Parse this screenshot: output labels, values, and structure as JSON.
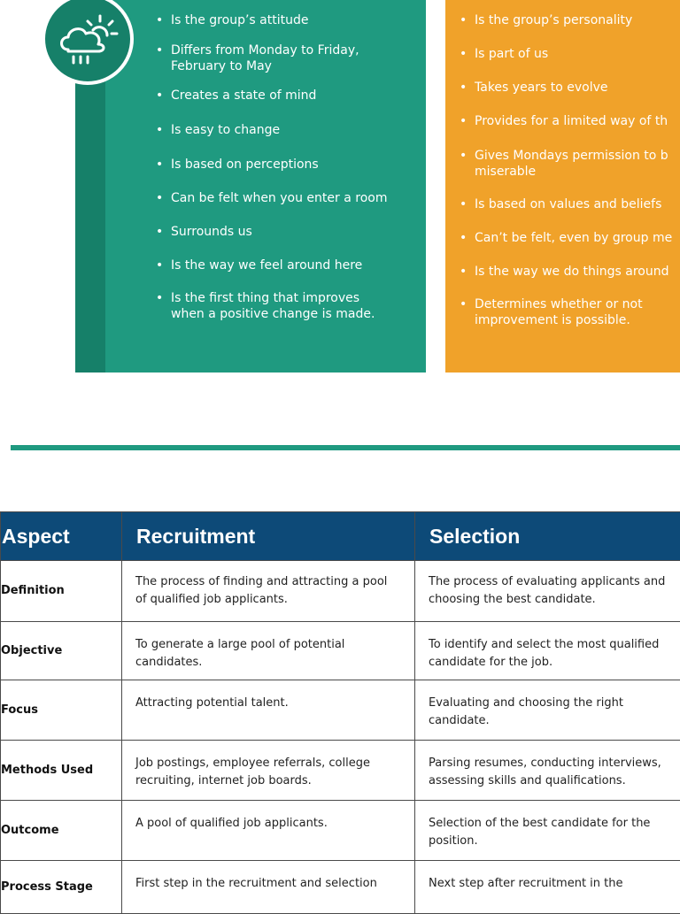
{
  "climate": {
    "icon": "weather-cloud-sun-rain-icon",
    "color": "#1f9a80",
    "items": [
      [
        "Is the group’s attitude"
      ],
      [
        "Differs from Monday to Friday,",
        "February to May"
      ],
      [
        "Creates a state of mind"
      ],
      [
        "Is easy to change"
      ],
      [
        "Is based on perceptions"
      ],
      [
        "Can be felt when you enter a room"
      ],
      [
        "Surrounds us"
      ],
      [
        "Is the way we feel around here"
      ],
      [
        "Is the first thing that improves",
        "when a positive change is made."
      ]
    ]
  },
  "culture": {
    "color": "#f0a22a",
    "items": [
      [
        "Is the group’s personality"
      ],
      [
        "Is part of us"
      ],
      [
        "Takes years to evolve"
      ],
      [
        "Provides for a limited way of th"
      ],
      [
        "Gives Mondays permission to b",
        "miserable"
      ],
      [
        "Is based on values and beliefs"
      ],
      [
        "Can’t be felt, even by group me"
      ],
      [
        "Is the way we do things around"
      ],
      [
        "Determines whether or not",
        "improvement is possible."
      ]
    ]
  },
  "table": {
    "headers": [
      "Aspect",
      "Recruitment",
      "Selection"
    ],
    "rows": [
      [
        "Definition",
        "The process of finding and attracting a pool of qualified job applicants.",
        "The process of evaluating applicants and choosing the best candidate."
      ],
      [
        "Objective",
        "To generate a large pool of potential candidates.",
        "To identify and select the most qualified candidate for the job."
      ],
      [
        "Focus",
        "Attracting potential talent.",
        "Evaluating and choosing the right candidate."
      ],
      [
        "Methods Used",
        "Job postings, employee referrals, college recruiting, internet job boards.",
        "Parsing resumes, conducting interviews, assessing skills and qualifications."
      ],
      [
        "Outcome",
        "A pool of qualified job applicants.",
        "Selection of the best candidate for the position."
      ],
      [
        "Process Stage",
        "First step in the recruitment and selection",
        "Next step after recruitment in the"
      ]
    ]
  }
}
